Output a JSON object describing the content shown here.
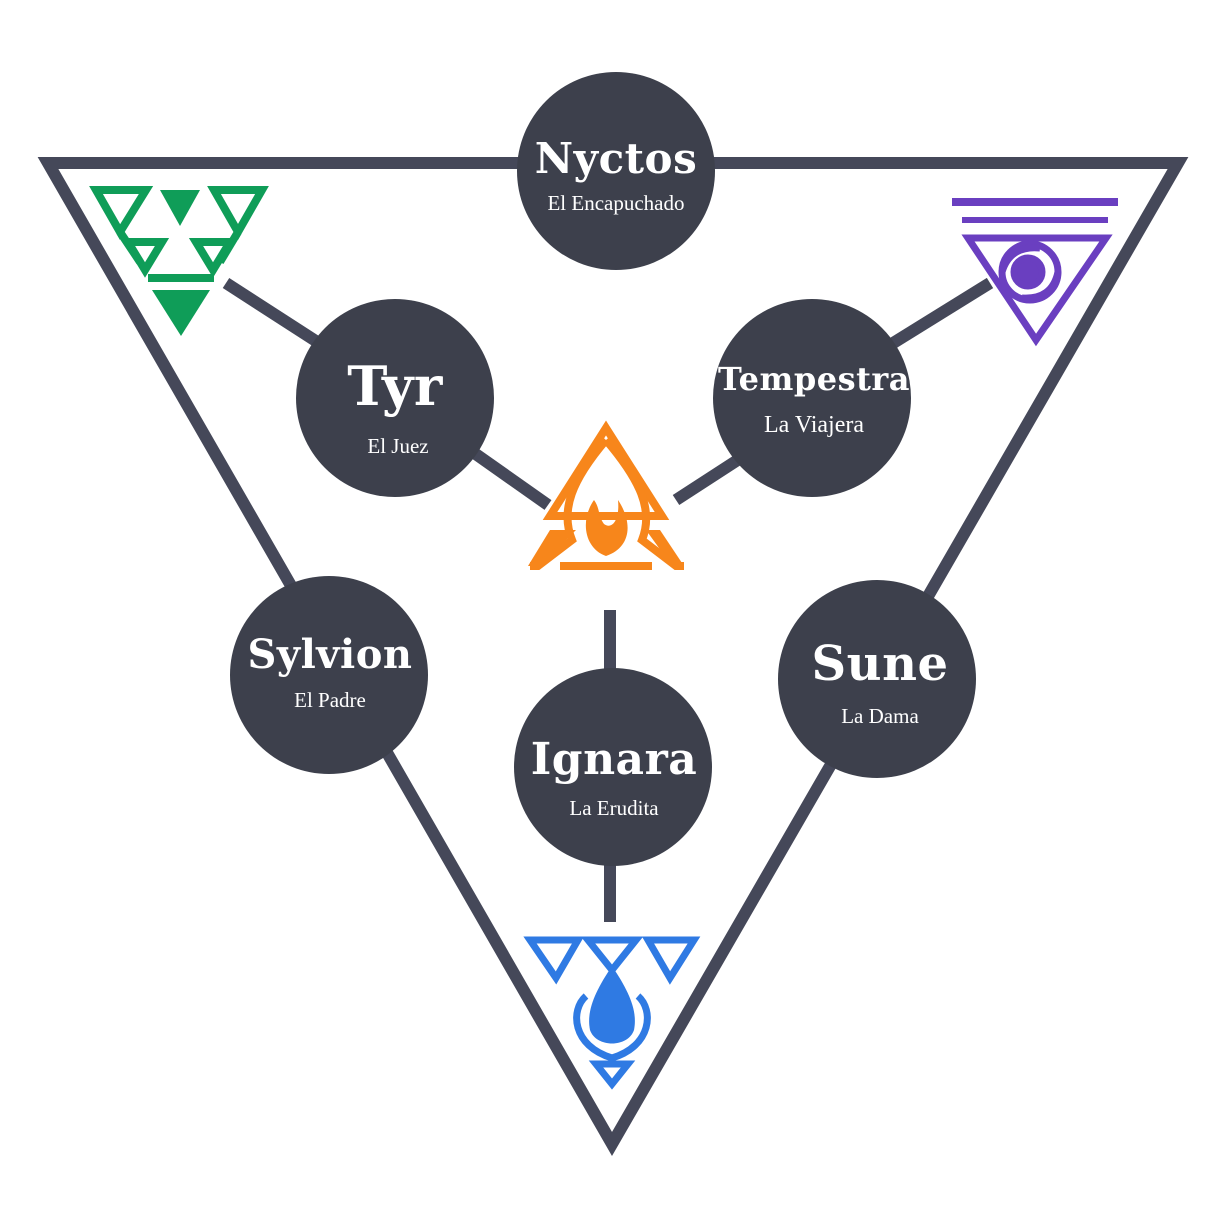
{
  "colors": {
    "frame": "#454859",
    "node": "#3d404c",
    "text": "#ffffff",
    "nature": "#0f9d58",
    "fire": "#f7861b",
    "water": "#2f7ae3",
    "wind": "#6a3fc0"
  },
  "deities": {
    "nyctos": {
      "name": "Nyctos",
      "title": "El Encapuchado"
    },
    "tyr": {
      "name": "Tyr",
      "title": "El Juez"
    },
    "tempestra": {
      "name": "Tempestra",
      "title": "La Viajera"
    },
    "sylvion": {
      "name": "Sylvion",
      "title": "El Padre"
    },
    "ignara": {
      "name": "Ignara",
      "title": "La Erudita"
    },
    "sune": {
      "name": "Sune",
      "title": "La Dama"
    }
  },
  "symbols": {
    "top_left": "nature-leaf-icon",
    "top_right": "wind-spiral-icon",
    "center": "fire-flame-icon",
    "bottom": "water-drop-icon"
  }
}
